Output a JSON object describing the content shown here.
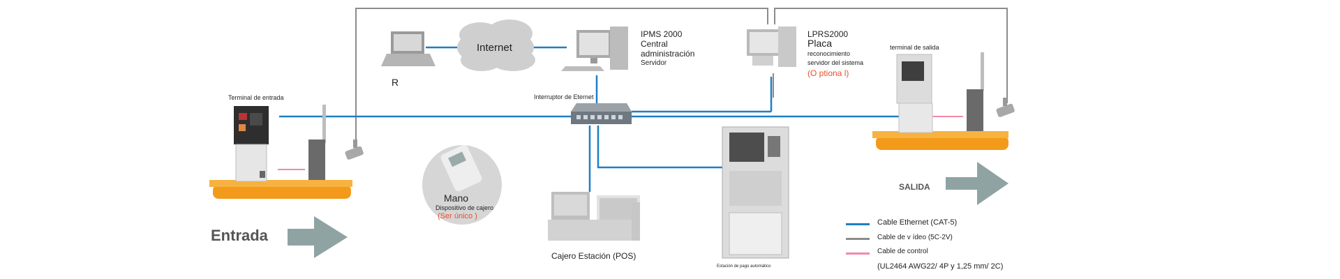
{
  "nodes": {
    "laptop_label": "R",
    "internet_label": "Internet",
    "server_lines": [
      "IPMS 2000",
      "Central",
      "administración",
      "Servidor"
    ],
    "lprs_title": "LPRS2000",
    "lprs_placa": "Placa",
    "lprs_sub1": "reconocimiento",
    "lprs_sub2": "servidor del sistema",
    "lprs_optional": "(O ptiona l)",
    "switch_label": "Interruptor de Eternet",
    "entry_terminal_label": "Terminal de entrada",
    "exit_terminal_label": "terminal de salida",
    "handheld_title": "Mano",
    "handheld_sub": "Dispositivo de cajero",
    "handheld_optional": "(Ser único )",
    "pos_label": "Cajero Estación (POS)",
    "paystation_label": "Estación de pago automático"
  },
  "flows": {
    "entry_label": "Entrada",
    "exit_label": "SALIDA"
  },
  "legend": {
    "items": [
      {
        "label": "Cable Ethernet (CAT-5)",
        "color": "#1e7fc3"
      },
      {
        "label": "Cable de v ídeo (5C-2V)",
        "color": "#8c8c8c"
      },
      {
        "label": "Cable de control",
        "color": "#f08aa8"
      }
    ],
    "note": "(UL2464 AWG22/ 4P y 1,25 mm/ 2C)"
  },
  "colors": {
    "ethernet": "#1e7fc3",
    "video": "#8c8c8c",
    "control": "#f08aa8",
    "platform": "#f39a1a",
    "arrow": "#8fa3a3",
    "accent_red": "#e8502a"
  }
}
